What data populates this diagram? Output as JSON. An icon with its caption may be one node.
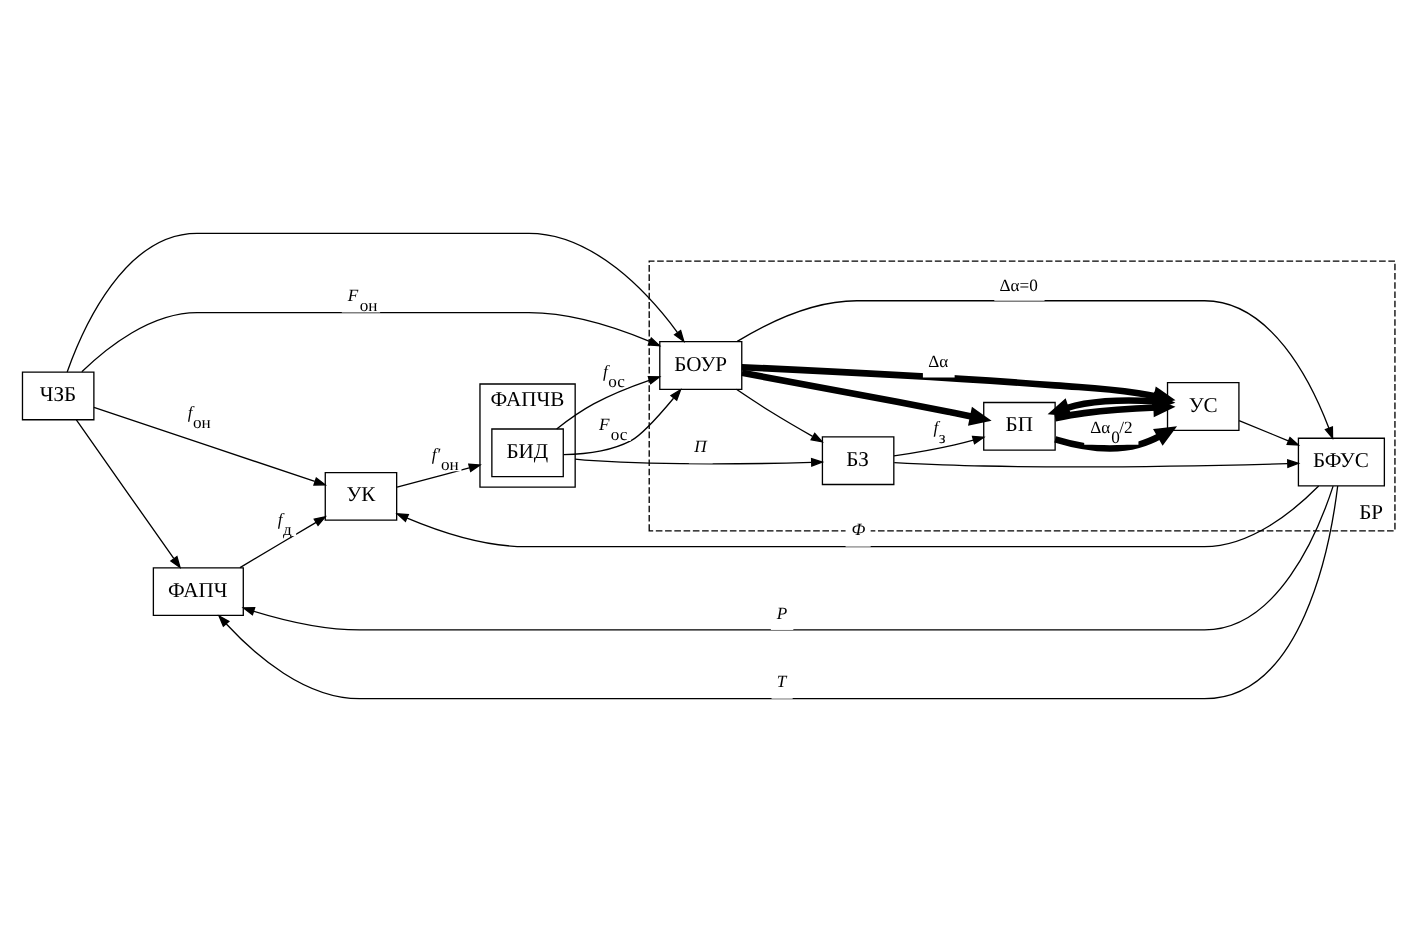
{
  "diagram": {
    "nodes": [
      {
        "text": [
          "ЧЗБ"
        ]
      },
      {
        "text": [
          "ФАПЧ"
        ]
      },
      {
        "text": [
          "УК"
        ]
      },
      {
        "text": [
          "ФАПЧВ"
        ]
      },
      {
        "text": [
          "БИД"
        ],
        "in": 3
      },
      {
        "text": [
          "БР"
        ]
      },
      {
        "text": [
          "БОУР"
        ],
        "in": 5
      },
      {
        "text": [
          "БП"
        ],
        "in": 5
      },
      {
        "text": [
          "УС"
        ],
        "in": 5
      },
      {
        "text": [
          "БФУС"
        ],
        "in": 5
      },
      {
        "text": [
          "БЗ"
        ],
        "in": 5
      }
    ],
    "edges": [
      {
        "from": 0,
        "to": 2,
        "arrow": "to",
        "label": "*f*$_{он}$"
      },
      {
        "from": 0,
        "to": 1,
        "arrow": "to"
      },
      {
        "from": 0,
        "to": 6,
        "arrow": "to"
      },
      {
        "from": 0,
        "to": 6,
        "arrow": "to",
        "label": "*F*$_{он}$"
      },
      {
        "from": 1,
        "to": 2,
        "arrow": "to",
        "label": "*f*$_{д}$"
      },
      {
        "from": 2,
        "to": 3,
        "arrow": "to",
        "label": "*f′*$_{он}$"
      },
      {
        "from": 3,
        "to": 10,
        "arrow": "to",
        "label": "*П*"
      },
      {
        "from": 4,
        "to": 6,
        "arrow": "to",
        "label": "*f*$_{ос}$"
      },
      {
        "from": 4,
        "to": 6,
        "arrow": "to",
        "label": "*F*$_{ос}$"
      },
      {
        "from": 9,
        "to": 1,
        "arrow": "to",
        "label": "*P*"
      },
      {
        "from": 9,
        "to": 1,
        "arrow": "to",
        "label": "*T*"
      },
      {
        "from": 9,
        "to": 2,
        "arrow": "to",
        "label": "*Ф*"
      },
      {
        "from": 6,
        "to": 8,
        "arrow": "to",
        "label": "Δα",
        "style": "thick"
      },
      {
        "from": 6,
        "to": 7,
        "arrow": "to",
        "style": "thick"
      },
      {
        "from": 7,
        "to": 8,
        "arrow": "both",
        "style": "thick"
      },
      {
        "from": 7,
        "to": 8,
        "arrow": "to",
        "label": "Δα$_{0}$/2",
        "style": "thick"
      },
      {
        "from": 7,
        "to": 8,
        "arrow": "to",
        "style": "thick"
      },
      {
        "from": 6,
        "to": 9,
        "arrow": "to",
        "label": "Δα=0"
      },
      {
        "from": 6,
        "to": 10,
        "arrow": "to"
      },
      {
        "from": 10,
        "to": 7,
        "arrow": "to",
        "label": "*f*$_{з}$"
      },
      {
        "from": 10,
        "to": 9,
        "arrow": "to"
      },
      {
        "from": 8,
        "to": 9,
        "arrow": "to"
      }
    ]
  }
}
